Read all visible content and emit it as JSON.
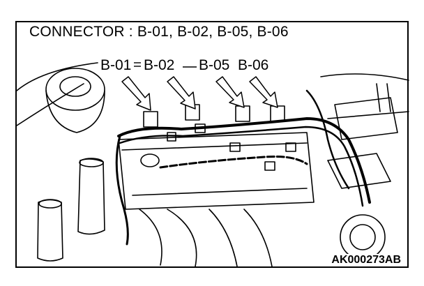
{
  "title": "CONNECTOR : B-01, B-02, B-05, B-06",
  "connector_labels": [
    "B-01",
    "B-02",
    "B-05",
    "B-06"
  ],
  "figure_code": "AK000273AB",
  "colors": {
    "line": "#000000",
    "background": "#ffffff"
  }
}
